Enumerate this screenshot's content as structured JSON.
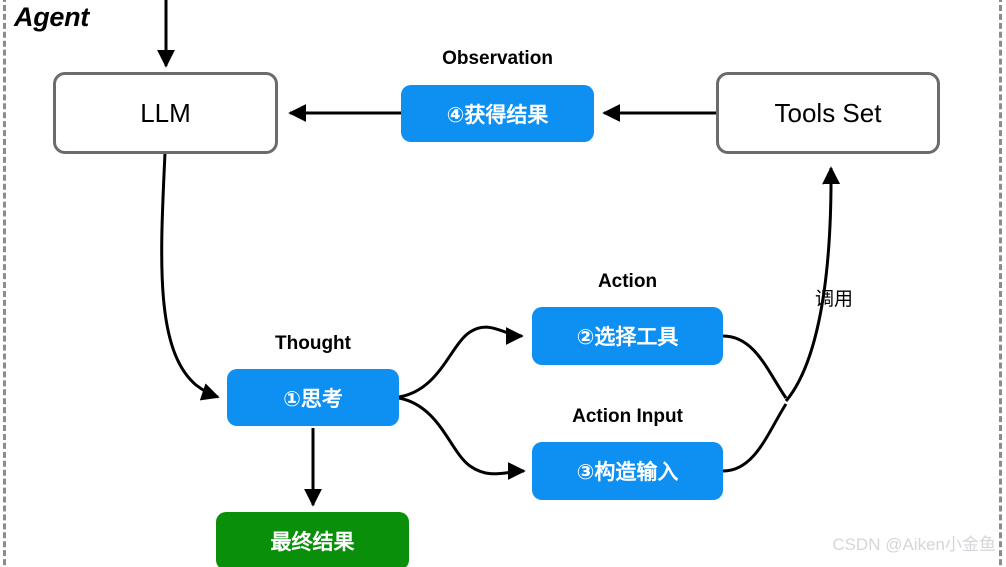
{
  "diagram": {
    "title": "Agent",
    "watermark": "CSDN @Aiken小金鱼",
    "colors": {
      "blue": "#0d90f2",
      "green": "#0a8f0a",
      "outline": "#6b6b6b",
      "boundary": "#8c8c8c",
      "watermark": "#d4d6da"
    },
    "nodes": [
      {
        "id": "llm",
        "label": "LLM",
        "style": "outline"
      },
      {
        "id": "tools-set",
        "label": "Tools Set",
        "style": "outline"
      },
      {
        "id": "observation",
        "label": "④获得结果",
        "style": "blue"
      },
      {
        "id": "thought",
        "label": "①思考",
        "style": "blue"
      },
      {
        "id": "action",
        "label": "②选择工具",
        "style": "blue"
      },
      {
        "id": "action-input",
        "label": "③构造输入",
        "style": "blue"
      },
      {
        "id": "final-result",
        "label": "最终结果",
        "style": "green"
      }
    ],
    "edge_labels": [
      {
        "id": "observation-label",
        "text": "Observation"
      },
      {
        "id": "thought-label",
        "text": "Thought"
      },
      {
        "id": "action-label",
        "text": "Action"
      },
      {
        "id": "action-input-label",
        "text": "Action Input"
      },
      {
        "id": "invoke-label",
        "text": "调用"
      }
    ]
  }
}
